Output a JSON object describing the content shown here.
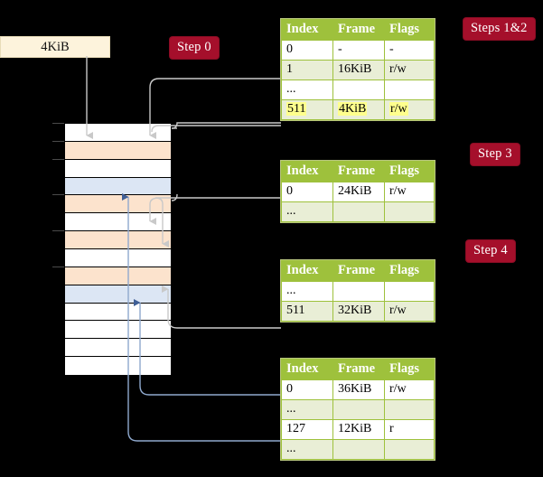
{
  "title": "Multi-level page table walk diagram",
  "labels": {
    "step0": "Step 0",
    "steps12": "Steps 1&2",
    "step3": "Step 3",
    "step4": "Step 4",
    "virtual_page": "4KiB"
  },
  "colors": {
    "pill_bg": "#a50f2b",
    "pill_text": "#ffffff",
    "table_header_bg": "#9ec13c",
    "table_header_text": "#ffffff",
    "table_shade_row": "#e9eed6",
    "table_border": "#9ec13c",
    "highlight": "#ffff8d",
    "mem_orange": "#fce3cd",
    "mem_blue": "#dce6f4",
    "mem_white": "#ffffff",
    "kib_box_bg": "#fdf3dc",
    "grey_wire": "#c9c9c9",
    "blue_wire": "#8fa9ce",
    "background": "#000000"
  },
  "tables": [
    {
      "name": "level4-table",
      "columns": [
        "Index",
        "Frame",
        "Flags"
      ],
      "rows": [
        {
          "cells": [
            "0",
            "-",
            "-"
          ],
          "shade": false,
          "highlight": false
        },
        {
          "cells": [
            "1",
            "16KiB",
            "r/w"
          ],
          "shade": true,
          "highlight": false
        },
        {
          "cells": [
            "...",
            "",
            ""
          ],
          "shade": false,
          "highlight": false
        },
        {
          "cells": [
            "511",
            "4KiB",
            "r/w"
          ],
          "shade": true,
          "highlight": true
        }
      ]
    },
    {
      "name": "level3-table",
      "columns": [
        "Index",
        "Frame",
        "Flags"
      ],
      "rows": [
        {
          "cells": [
            "0",
            "24KiB",
            "r/w"
          ],
          "shade": false,
          "highlight": false
        },
        {
          "cells": [
            "...",
            "",
            ""
          ],
          "shade": true,
          "highlight": false
        }
      ]
    },
    {
      "name": "level2-table",
      "columns": [
        "Index",
        "Frame",
        "Flags"
      ],
      "rows": [
        {
          "cells": [
            "...",
            "",
            ""
          ],
          "shade": false,
          "highlight": false
        },
        {
          "cells": [
            "511",
            "32KiB",
            "r/w"
          ],
          "shade": true,
          "highlight": false
        }
      ]
    },
    {
      "name": "level1-table",
      "columns": [
        "Index",
        "Frame",
        "Flags"
      ],
      "rows": [
        {
          "cells": [
            "0",
            "36KiB",
            "r/w"
          ],
          "shade": false,
          "highlight": false
        },
        {
          "cells": [
            "...",
            "",
            ""
          ],
          "shade": true,
          "highlight": false
        },
        {
          "cells": [
            "127",
            "12KiB",
            "r"
          ],
          "shade": false,
          "highlight": false
        },
        {
          "cells": [
            "...",
            "",
            ""
          ],
          "shade": true,
          "highlight": false
        }
      ]
    }
  ],
  "memory_column": {
    "name": "physical-memory-column",
    "rows": [
      {
        "fill": "white",
        "tick": true
      },
      {
        "fill": "orange",
        "tick": true
      },
      {
        "fill": "white",
        "tick": true
      },
      {
        "fill": "blue",
        "tick": false
      },
      {
        "fill": "orange",
        "tick": true
      },
      {
        "fill": "white",
        "tick": false
      },
      {
        "fill": "orange",
        "tick": true
      },
      {
        "fill": "white",
        "tick": false
      },
      {
        "fill": "orange",
        "tick": true
      },
      {
        "fill": "blue",
        "tick": false
      },
      {
        "fill": "white",
        "tick": false
      },
      {
        "fill": "white",
        "tick": false
      },
      {
        "fill": "white",
        "tick": false
      },
      {
        "fill": "white",
        "tick": false
      }
    ]
  }
}
